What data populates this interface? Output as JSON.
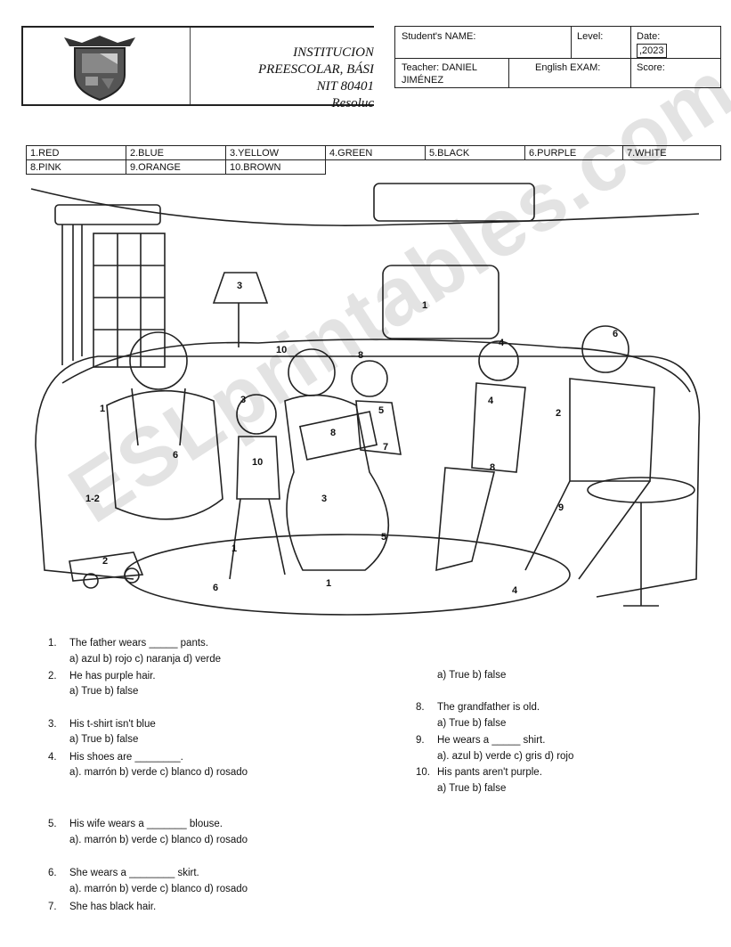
{
  "header": {
    "institution_lines": [
      "INSTITUCION",
      "PREESCOLAR,  BÁSI",
      "NIT 80401",
      "Resoluc"
    ],
    "student_name_label": "Student's NAME:",
    "level_label": "Level:",
    "date_label": "Date:",
    "date_value": ",2023",
    "teacher_label": "Teacher: DANIEL JIMÉNEZ",
    "exam_label": "English EXAM:",
    "score_label": "Score:"
  },
  "color_key": [
    "1.RED",
    "2.BLUE",
    "3.YELLOW",
    "4.GREEN",
    "5.BLACK",
    "6.PURPLE",
    "7.WHITE",
    "8.PINK",
    "9.ORANGE",
    "10.BROWN"
  ],
  "picture_numbers": [
    "1",
    "3",
    "10",
    "8",
    "4",
    "6",
    "1",
    "3",
    "5",
    "2",
    "6",
    "4",
    "8",
    "7",
    "10",
    "1-2",
    "3",
    "8",
    "9",
    "2",
    "1",
    "5",
    "6",
    "1",
    "4"
  ],
  "watermark": "ESLprintables.com",
  "questions": {
    "q1": {
      "num": "1.",
      "text": "The father wears _____ pants.",
      "options": "a)    azul     b) rojo    c) naranja    d) verde"
    },
    "q2": {
      "num": "2.",
      "text": "He has purple hair.",
      "options": "a)    True     b) false"
    },
    "q3": {
      "num": "3.",
      "text": "His t-shirt isn't blue",
      "options": "a) True     b) false"
    },
    "q4": {
      "num": "4.",
      "text": "His shoes are ________.",
      "options": "a). marrón  b) verde    c) blanco     d) rosado"
    },
    "q5": {
      "num": "5.",
      "text": "His wife wears a _______ blouse.",
      "options": "a). marrón  b) verde    c) blanco     d) rosado"
    },
    "q6": {
      "num": "6.",
      "text": "She wears a ________ skirt.",
      "options": "a). marrón  b) verde    c) blanco     d) rosado"
    },
    "q7": {
      "num": "7.",
      "text": "She has black hair.",
      "options": "a) True     b) false"
    },
    "q8": {
      "num": "8.",
      "text": "The grandfather is old.",
      "options": "a) True     b) false"
    },
    "q9": {
      "num": "9.",
      "text": "He wears a  _____ shirt.",
      "options": "a). azul      b) verde    c) gris      d) rojo"
    },
    "q10": {
      "num": "10.",
      "text": "His pants aren't purple.",
      "options": "a) True     b) false"
    }
  }
}
